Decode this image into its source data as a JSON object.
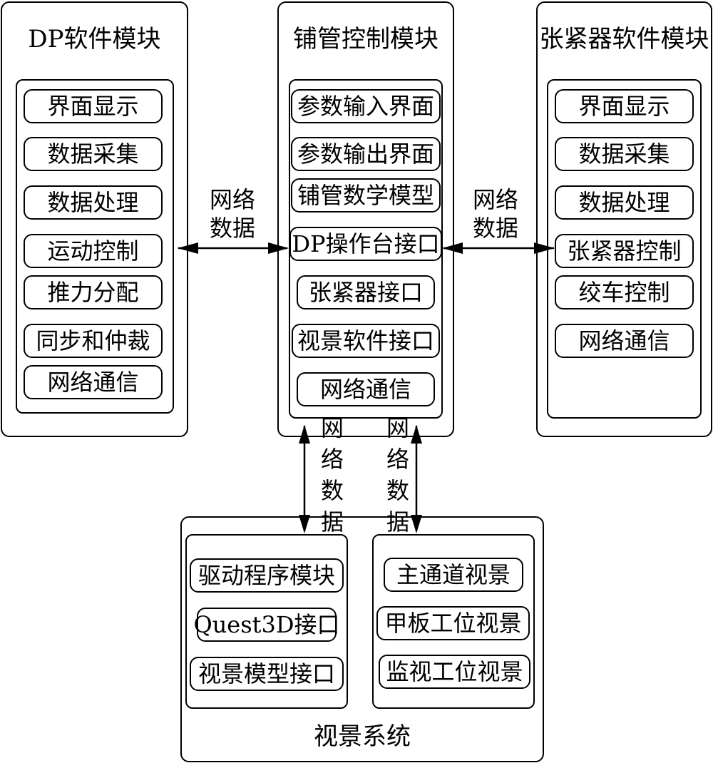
{
  "modules": {
    "dp": {
      "title": "DP软件模块",
      "items": [
        "界面显示",
        "数据采集",
        "数据处理",
        "运动控制",
        "推力分配",
        "同步和仲裁",
        "网络通信"
      ]
    },
    "pipe": {
      "title": "铺管控制模块",
      "items": [
        "参数输入界面",
        "参数输出界面",
        "铺管数学模型",
        "DP操作台接口",
        "张紧器接口",
        "视景软件接口",
        "网络通信"
      ]
    },
    "tensioner": {
      "title": "张紧器软件模块",
      "items": [
        "界面显示",
        "数据采集",
        "数据处理",
        "张紧器控制",
        "绞车控制",
        "网络通信"
      ]
    },
    "visual": {
      "title": "视景系统",
      "left_items": [
        "驱动程序模块",
        "Quest3D接口",
        "视景模型接口"
      ],
      "right_items": [
        "主通道视景",
        "甲板工位视景",
        "监视工位视景"
      ]
    }
  },
  "connections": {
    "left_label": [
      "网络",
      "数据"
    ],
    "right_label": [
      "网络",
      "数据"
    ],
    "down_left_label": [
      "网",
      "络",
      "数",
      "据"
    ],
    "down_right_label": [
      "网",
      "络",
      "数",
      "据"
    ]
  }
}
